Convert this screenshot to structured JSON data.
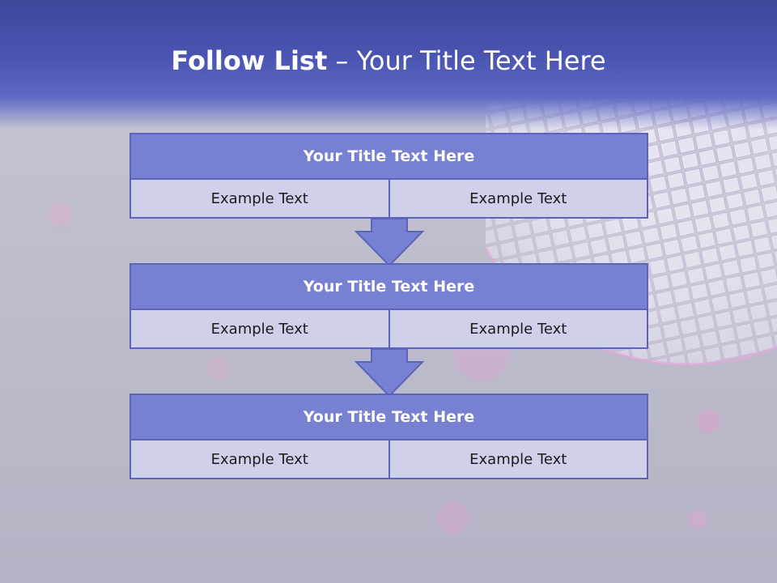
{
  "slide": {
    "title_bold": "Follow List",
    "title_rest": "– Your Title Text Here"
  },
  "steps": [
    {
      "title": "Your Title Text Here",
      "left": "Example Text",
      "right": "Example Text"
    },
    {
      "title": "Your Title Text Here",
      "left": "Example Text",
      "right": "Example Text"
    },
    {
      "title": "Your Title Text Here",
      "left": "Example Text",
      "right": "Example Text"
    }
  ],
  "colors": {
    "header": "#4b55b2",
    "box_title": "#7880d2",
    "box_body": "#cfd0ea",
    "border": "#5a64bb"
  },
  "decor": {
    "background_image": "disco-ball"
  }
}
